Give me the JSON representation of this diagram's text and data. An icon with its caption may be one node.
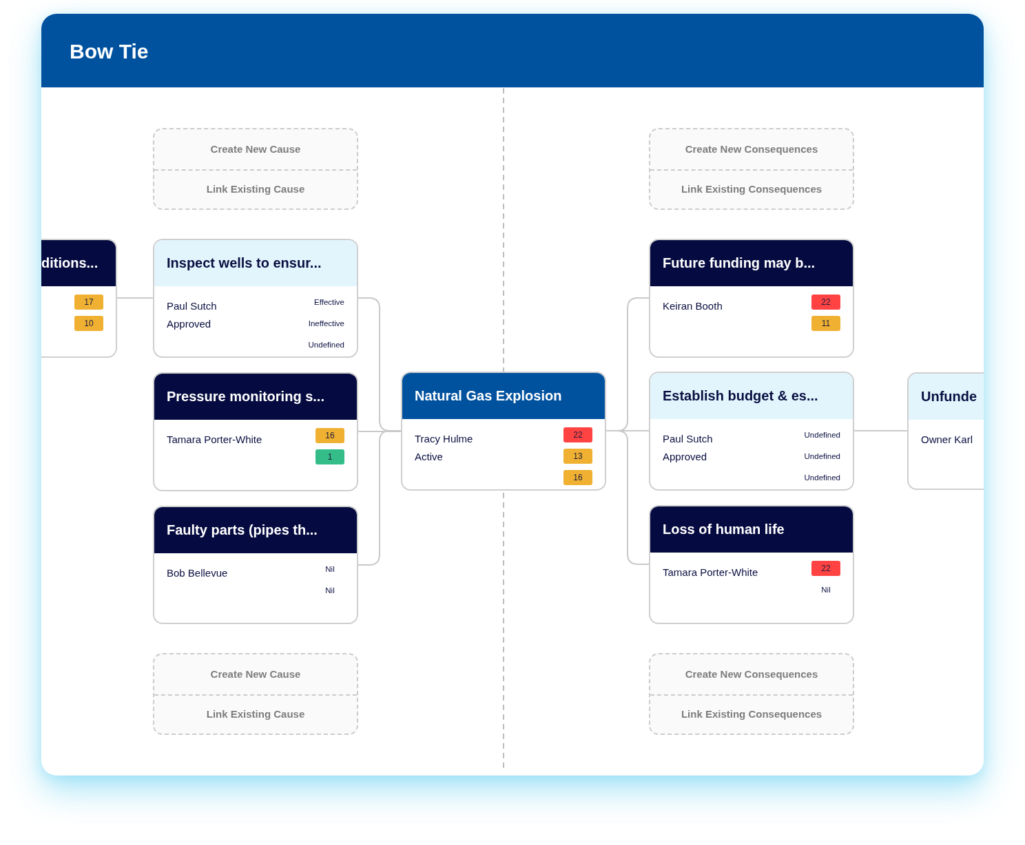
{
  "diagram": {
    "title": "Bow Tie",
    "nodes": [
      {
        "text": [
          "Create New Cause",
          "Link Existing Cause"
        ]
      },
      {
        "text": [
          "Create New Consequences",
          "Link Existing Consequences"
        ]
      },
      {
        "text": [
          "ditions...",
          "17",
          "10"
        ]
      },
      {
        "text": [
          "Inspect wells to ensur...",
          "Paul Sutch",
          "Approved",
          "Effective",
          "Ineffective",
          "Undefined"
        ]
      },
      {
        "text": [
          "Future funding may b...",
          "Keiran Booth",
          "22",
          "11"
        ]
      },
      {
        "text": [
          "Pressure monitoring s...",
          "Tamara Porter-White",
          "16",
          "1"
        ]
      },
      {
        "text": [
          "Natural Gas Explosion",
          "Tracy Hulme",
          "Active",
          "22",
          "13",
          "16"
        ]
      },
      {
        "text": [
          "Establish budget & es...",
          "Paul Sutch",
          "Approved",
          "Undefined",
          "Undefined",
          "Undefined"
        ]
      },
      {
        "text": [
          "Unfunde",
          "Owner Karl"
        ]
      },
      {
        "text": [
          "Faulty parts (pipes th...",
          "Bob Bellevue",
          "Nil",
          "Nil"
        ]
      },
      {
        "text": [
          "Loss of human life",
          "Tamara Porter-White",
          "22",
          "Nil"
        ]
      },
      {
        "text": [
          "Create New Cause",
          "Link Existing Cause"
        ]
      },
      {
        "text": [
          "Create New Consequences",
          "Link Existing Consequences"
        ]
      }
    ],
    "edges": [
      {
        "from": 2,
        "to": 3,
        "arrow": "none"
      },
      {
        "from": 3,
        "to": 6,
        "arrow": "none"
      },
      {
        "from": 5,
        "to": 6,
        "arrow": "none"
      },
      {
        "from": 9,
        "to": 6,
        "arrow": "none"
      },
      {
        "from": 6,
        "to": 4,
        "arrow": "none"
      },
      {
        "from": 6,
        "to": 7,
        "arrow": "none"
      },
      {
        "from": 6,
        "to": 10,
        "arrow": "none"
      },
      {
        "from": 7,
        "to": 8,
        "arrow": "none"
      }
    ]
  }
}
